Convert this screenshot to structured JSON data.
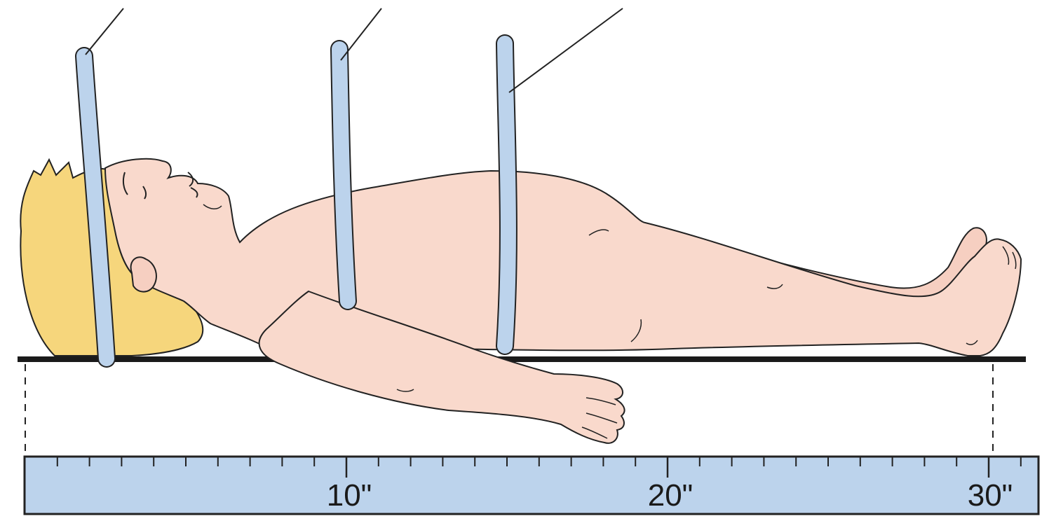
{
  "figure": {
    "colors": {
      "skin": "#f9d9cc",
      "hair": "#f6d67c",
      "tape": "#bcd3ec",
      "outline": "#222222",
      "table": "#1a1a1a",
      "ruler": "#bcd3ec"
    },
    "ruler": {
      "unit": "inches",
      "labels": [
        "10\"",
        "20\"",
        "30\""
      ],
      "label_values": [
        10,
        20,
        30
      ],
      "max_value": 31,
      "minor_tick_step": 1
    },
    "measure_tapes": [
      {
        "name": "head-circumference-tape"
      },
      {
        "name": "chest-circumference-tape"
      },
      {
        "name": "abdominal-circumference-tape"
      }
    ]
  }
}
